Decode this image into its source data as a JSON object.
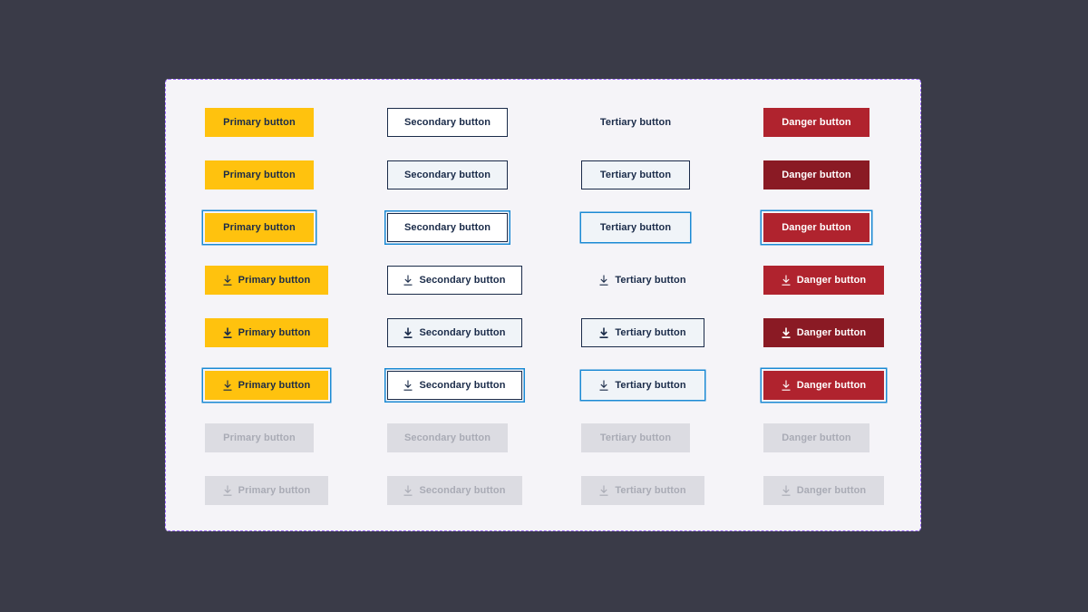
{
  "labels": {
    "primary": "Primary button",
    "secondary": "Secondary button",
    "tertiary": "Tertiary button",
    "danger": "Danger button"
  },
  "icons": {
    "download": "download-icon"
  },
  "colors": {
    "primary": "#ffc20e",
    "navy": "#1a2b49",
    "danger": "#b0232e",
    "danger_hover": "#8a1a24",
    "focus_ring": "#1a8ad4",
    "disabled_bg": "#dcdce2",
    "disabled_text": "#a9abb5",
    "canvas": "#f5f4f8",
    "frame_border": "#9b6bff"
  }
}
